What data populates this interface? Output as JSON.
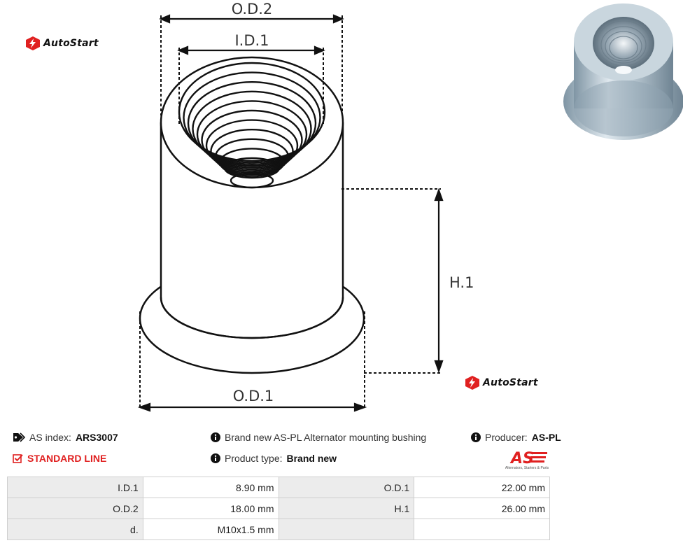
{
  "brand": {
    "name": "AutoStart"
  },
  "drawing": {
    "labels": {
      "od2": "O.D.2",
      "id1": "I.D.1",
      "h1": "H.1",
      "od1": "O.D.1"
    }
  },
  "info": {
    "as_index_label": "AS index:",
    "as_index_value": "ARS3007",
    "line": "STANDARD LINE",
    "description": "Brand new AS-PL Alternator mounting bushing",
    "product_type_label": "Product type:",
    "product_type_value": "Brand new",
    "producer_label": "Producer:",
    "producer_value": "AS-PL",
    "producer_logo_text": "AS",
    "producer_logo_tagline": "Alternators, Starters & Parts"
  },
  "specs": [
    [
      {
        "k": "I.D.1",
        "v": "8.90 mm"
      },
      {
        "k": "O.D.1",
        "v": "22.00 mm"
      }
    ],
    [
      {
        "k": "O.D.2",
        "v": "18.00 mm"
      },
      {
        "k": "H.1",
        "v": "26.00 mm"
      }
    ],
    [
      {
        "k": "d.",
        "v": "M10x1.5 mm"
      },
      {
        "k": "",
        "v": ""
      }
    ]
  ],
  "colors": {
    "accent": "#e02020",
    "cell_key_bg": "#ececec",
    "border": "#cfcfcf"
  },
  "icons": {
    "tag": "tag-icon",
    "check": "checkbox-icon",
    "info": "info-icon",
    "brand": "autostart-icon"
  }
}
